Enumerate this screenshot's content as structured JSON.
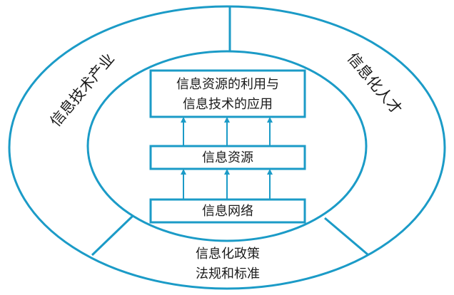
{
  "colors": {
    "line": "#1b9bc7",
    "text": "#1a1a1a",
    "background": "#ffffff"
  },
  "outer_ring": {
    "left_label": "信息技术产业",
    "right_label": "信息化人才",
    "bottom_label_line1": "信息化政策",
    "bottom_label_line2": "法规和标准"
  },
  "core": {
    "top_box_line1": "信息资源的利用与",
    "top_box_line2": "信息技术的应用",
    "middle_box": "信息资源",
    "bottom_box": "信息网络"
  }
}
